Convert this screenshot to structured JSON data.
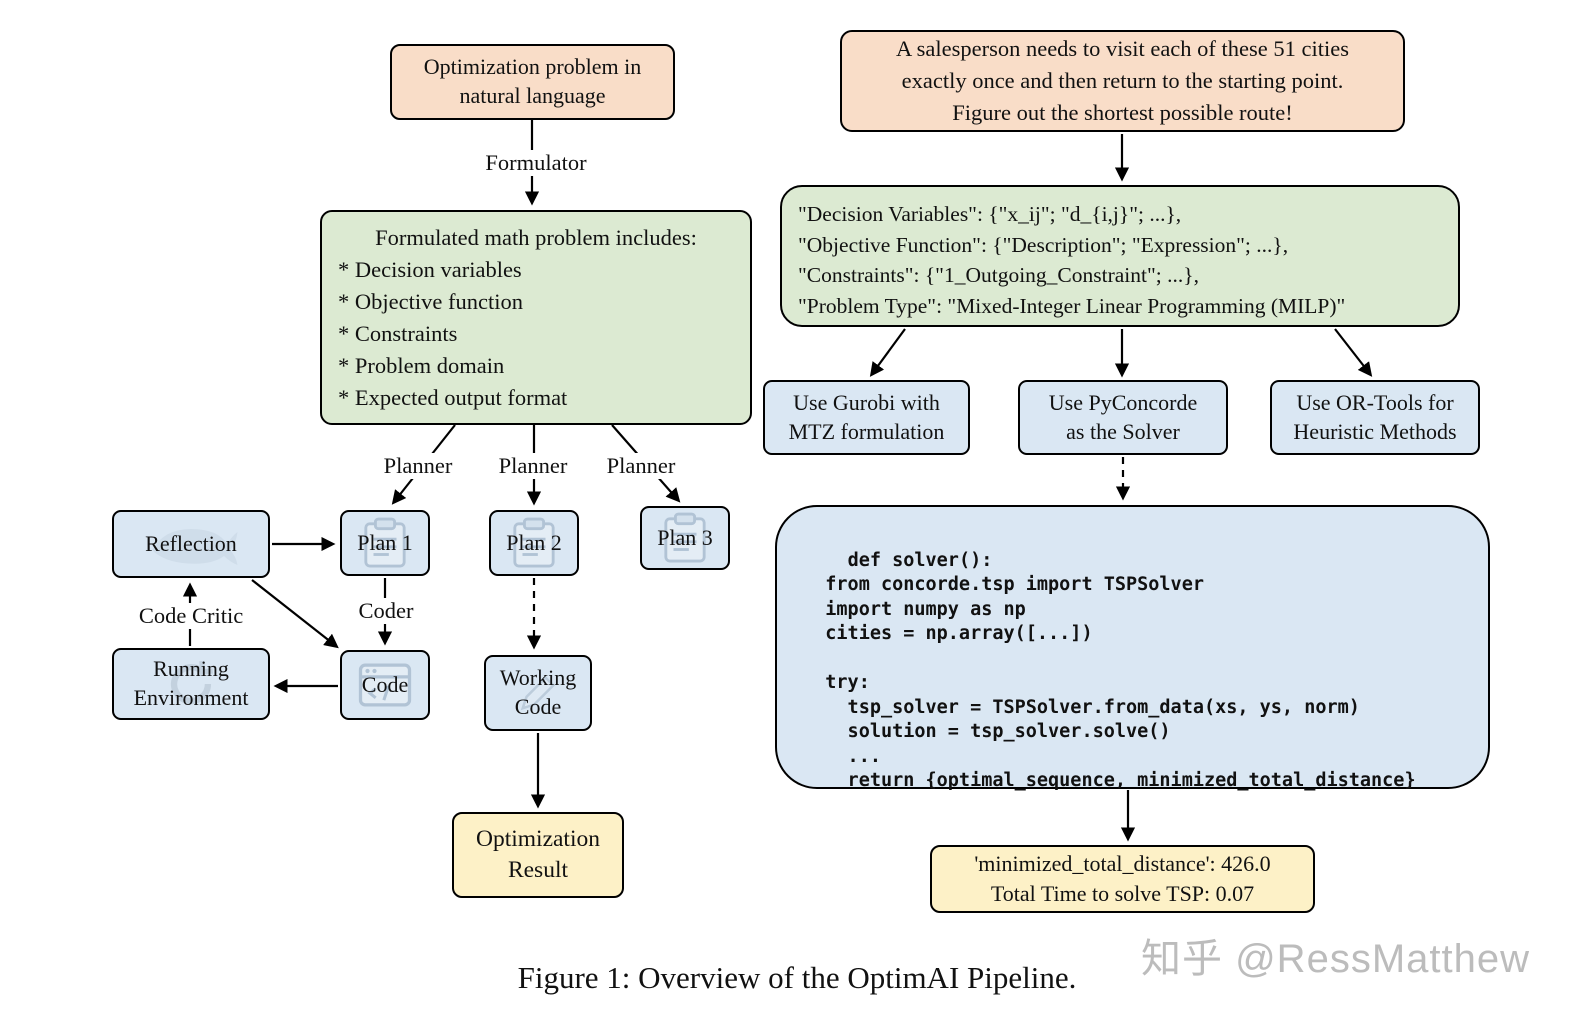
{
  "left": {
    "nl_problem": "Optimization problem in\nnatural language",
    "formulator_label": "Formulator",
    "math_problem": {
      "title": "Formulated math problem includes:",
      "items": [
        "* Decision variables",
        "* Objective function",
        "* Constraints",
        "* Problem domain",
        "* Expected output format"
      ]
    },
    "planner_labels": [
      "Planner",
      "Planner",
      "Planner"
    ],
    "plans": [
      "Plan 1",
      "Plan 2",
      "Plan 3"
    ],
    "reflection_label": "Reflection",
    "code_critic_label": "Code Critic",
    "coder_label": "Coder",
    "running_env_label": "Running\nEnvironment",
    "code_label": "Code",
    "working_code_label": "Working\nCode",
    "optimization_result_label": "Optimization\nResult"
  },
  "right": {
    "problem_text": "A salesperson needs to visit each of these 51 cities\nexactly once and then return to the starting point.\nFigure out the shortest possible route!",
    "formulated_lines": [
      "\"Decision Variables\": {\"x_ij\"; \"d_{i,j}\"; ...},",
      "\"Objective Function\": {\"Description\"; \"Expression\"; ...},",
      "\"Constraints\": {\"1_Outgoing_Constraint\"; ...},",
      "\"Problem Type\": \"Mixed-Integer Linear Programming (MILP)\""
    ],
    "solver_options": [
      "Use Gurobi with\nMTZ formulation",
      "Use PyConcorde\nas the Solver",
      "Use OR-Tools for\nHeuristic Methods"
    ],
    "code_text": "def solver():\n  from concorde.tsp import TSPSolver\n  import numpy as np\n  cities = np.array([...])\n\n  try:\n    tsp_solver = TSPSolver.from_data(xs, ys, norm)\n    solution = tsp_solver.solve()\n    ...\n    return {optimal_sequence, minimized_total_distance}",
    "result_text": "'minimized_total_distance': 426.0\nTotal Time to solve TSP: 0.07"
  },
  "caption": "Figure 1:  Overview of the OptimAI Pipeline.",
  "watermark": "知乎 @RessMatthew",
  "colors": {
    "peach": "#f9ddc8",
    "green": "#dcead2",
    "blue": "#dae7f3",
    "yellow": "#fdf1c7"
  }
}
